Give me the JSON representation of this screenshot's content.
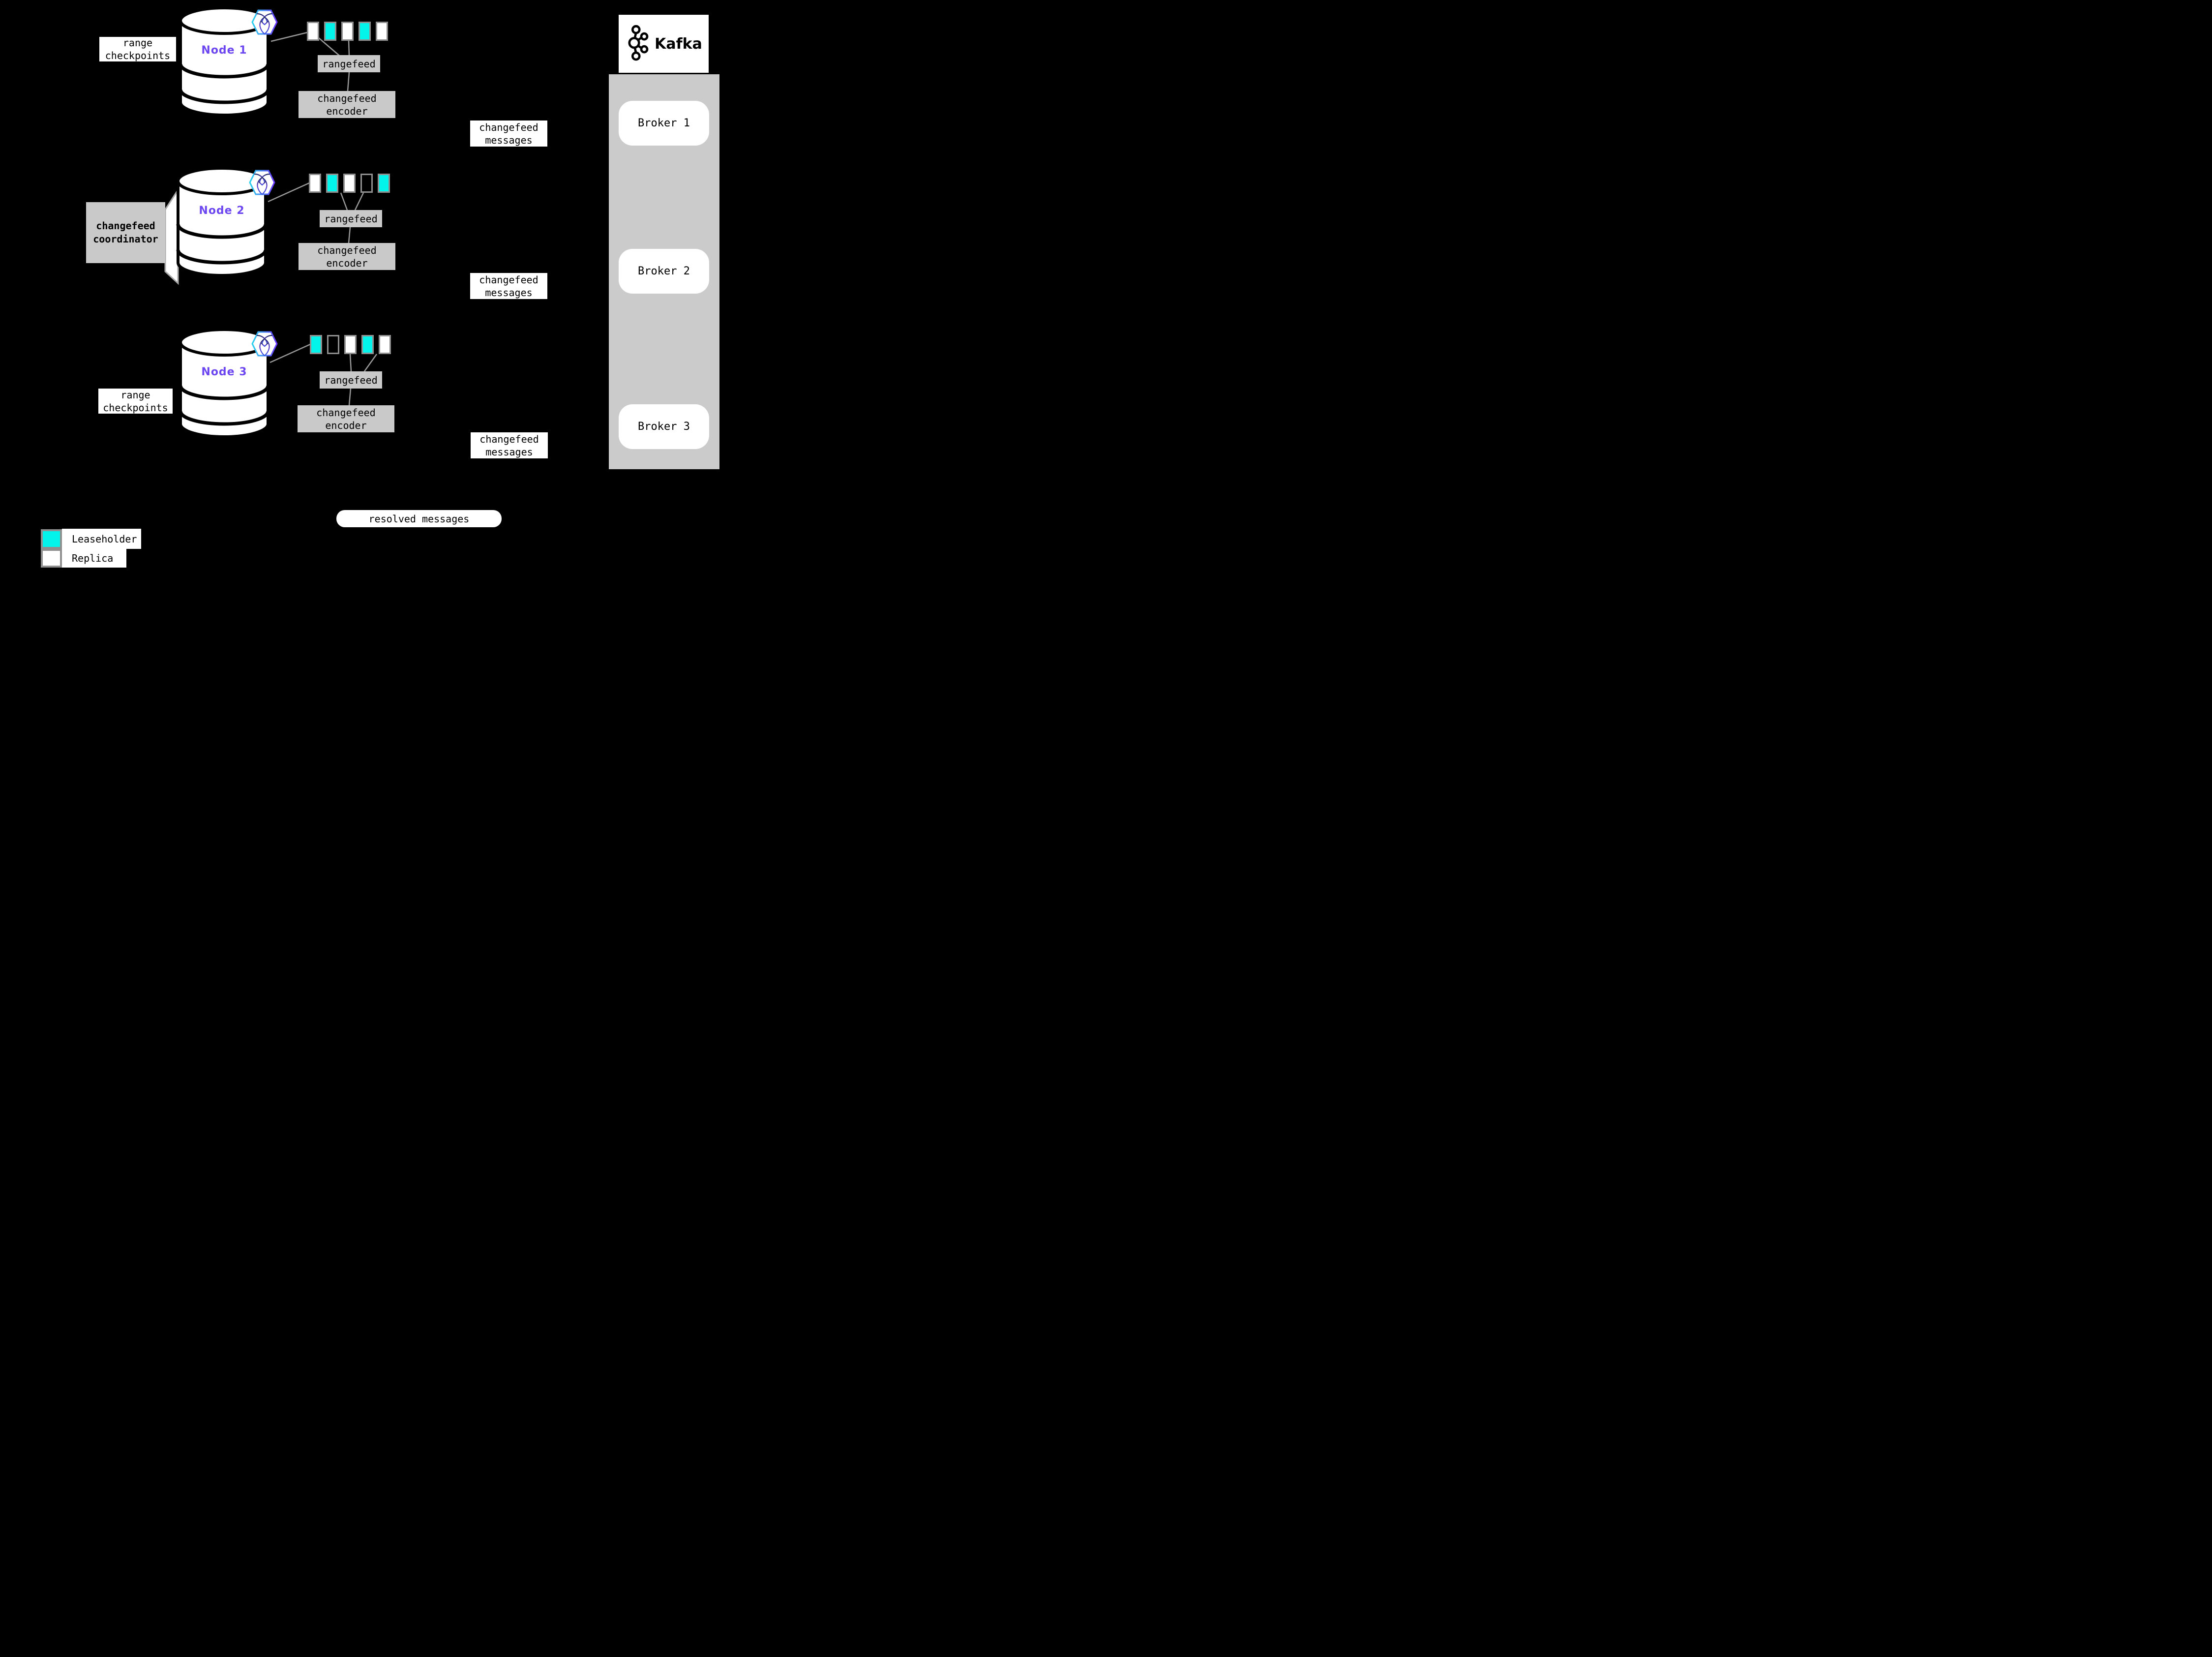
{
  "colors": {
    "background": "#000000",
    "leaseholder": "#03f4ea",
    "replica": "#ffffff",
    "panel_gray": "#c9c9c9",
    "container_gray": "#cbcbcb",
    "border_gray": "#8f8f8f",
    "line_gray": "#999999",
    "node_label_purple": "#6b46f1",
    "text_black": "#000000",
    "crdb_gradient_start": "#2ad3ee",
    "crdb_gradient_end": "#6a35ff",
    "crdb_glyph_dark": "#1f2a63"
  },
  "labels": {
    "range_checkpoints": "range checkpoints",
    "rangefeed": "rangefeed",
    "changefeed_encoder": "changefeed encoder",
    "changefeed_messages": "changefeed messages",
    "changefeed_coordinator": "changefeed coordinator",
    "resolved_messages": "resolved messages"
  },
  "nodes": [
    {
      "name": "Node 1",
      "ranges": [
        "replica",
        "leaseholder",
        "replica",
        "leaseholder",
        "replica"
      ]
    },
    {
      "name": "Node 2",
      "ranges": [
        "replica",
        "leaseholder",
        "replica",
        "empty",
        "leaseholder"
      ]
    },
    {
      "name": "Node 3",
      "ranges": [
        "leaseholder",
        "empty",
        "replica",
        "leaseholder",
        "replica"
      ]
    }
  ],
  "kafka": {
    "title": "Kafka",
    "brokers": [
      {
        "label": "Broker 1"
      },
      {
        "label": "Broker 2"
      },
      {
        "label": "Broker 3"
      }
    ]
  },
  "legend": [
    {
      "label": "Leaseholder",
      "type": "leaseholder"
    },
    {
      "label": "Replica",
      "type": "replica"
    }
  ],
  "icons": {
    "cockroachdb": "cockroachdb-hexagon-logo",
    "kafka": "kafka-circles-logo"
  }
}
